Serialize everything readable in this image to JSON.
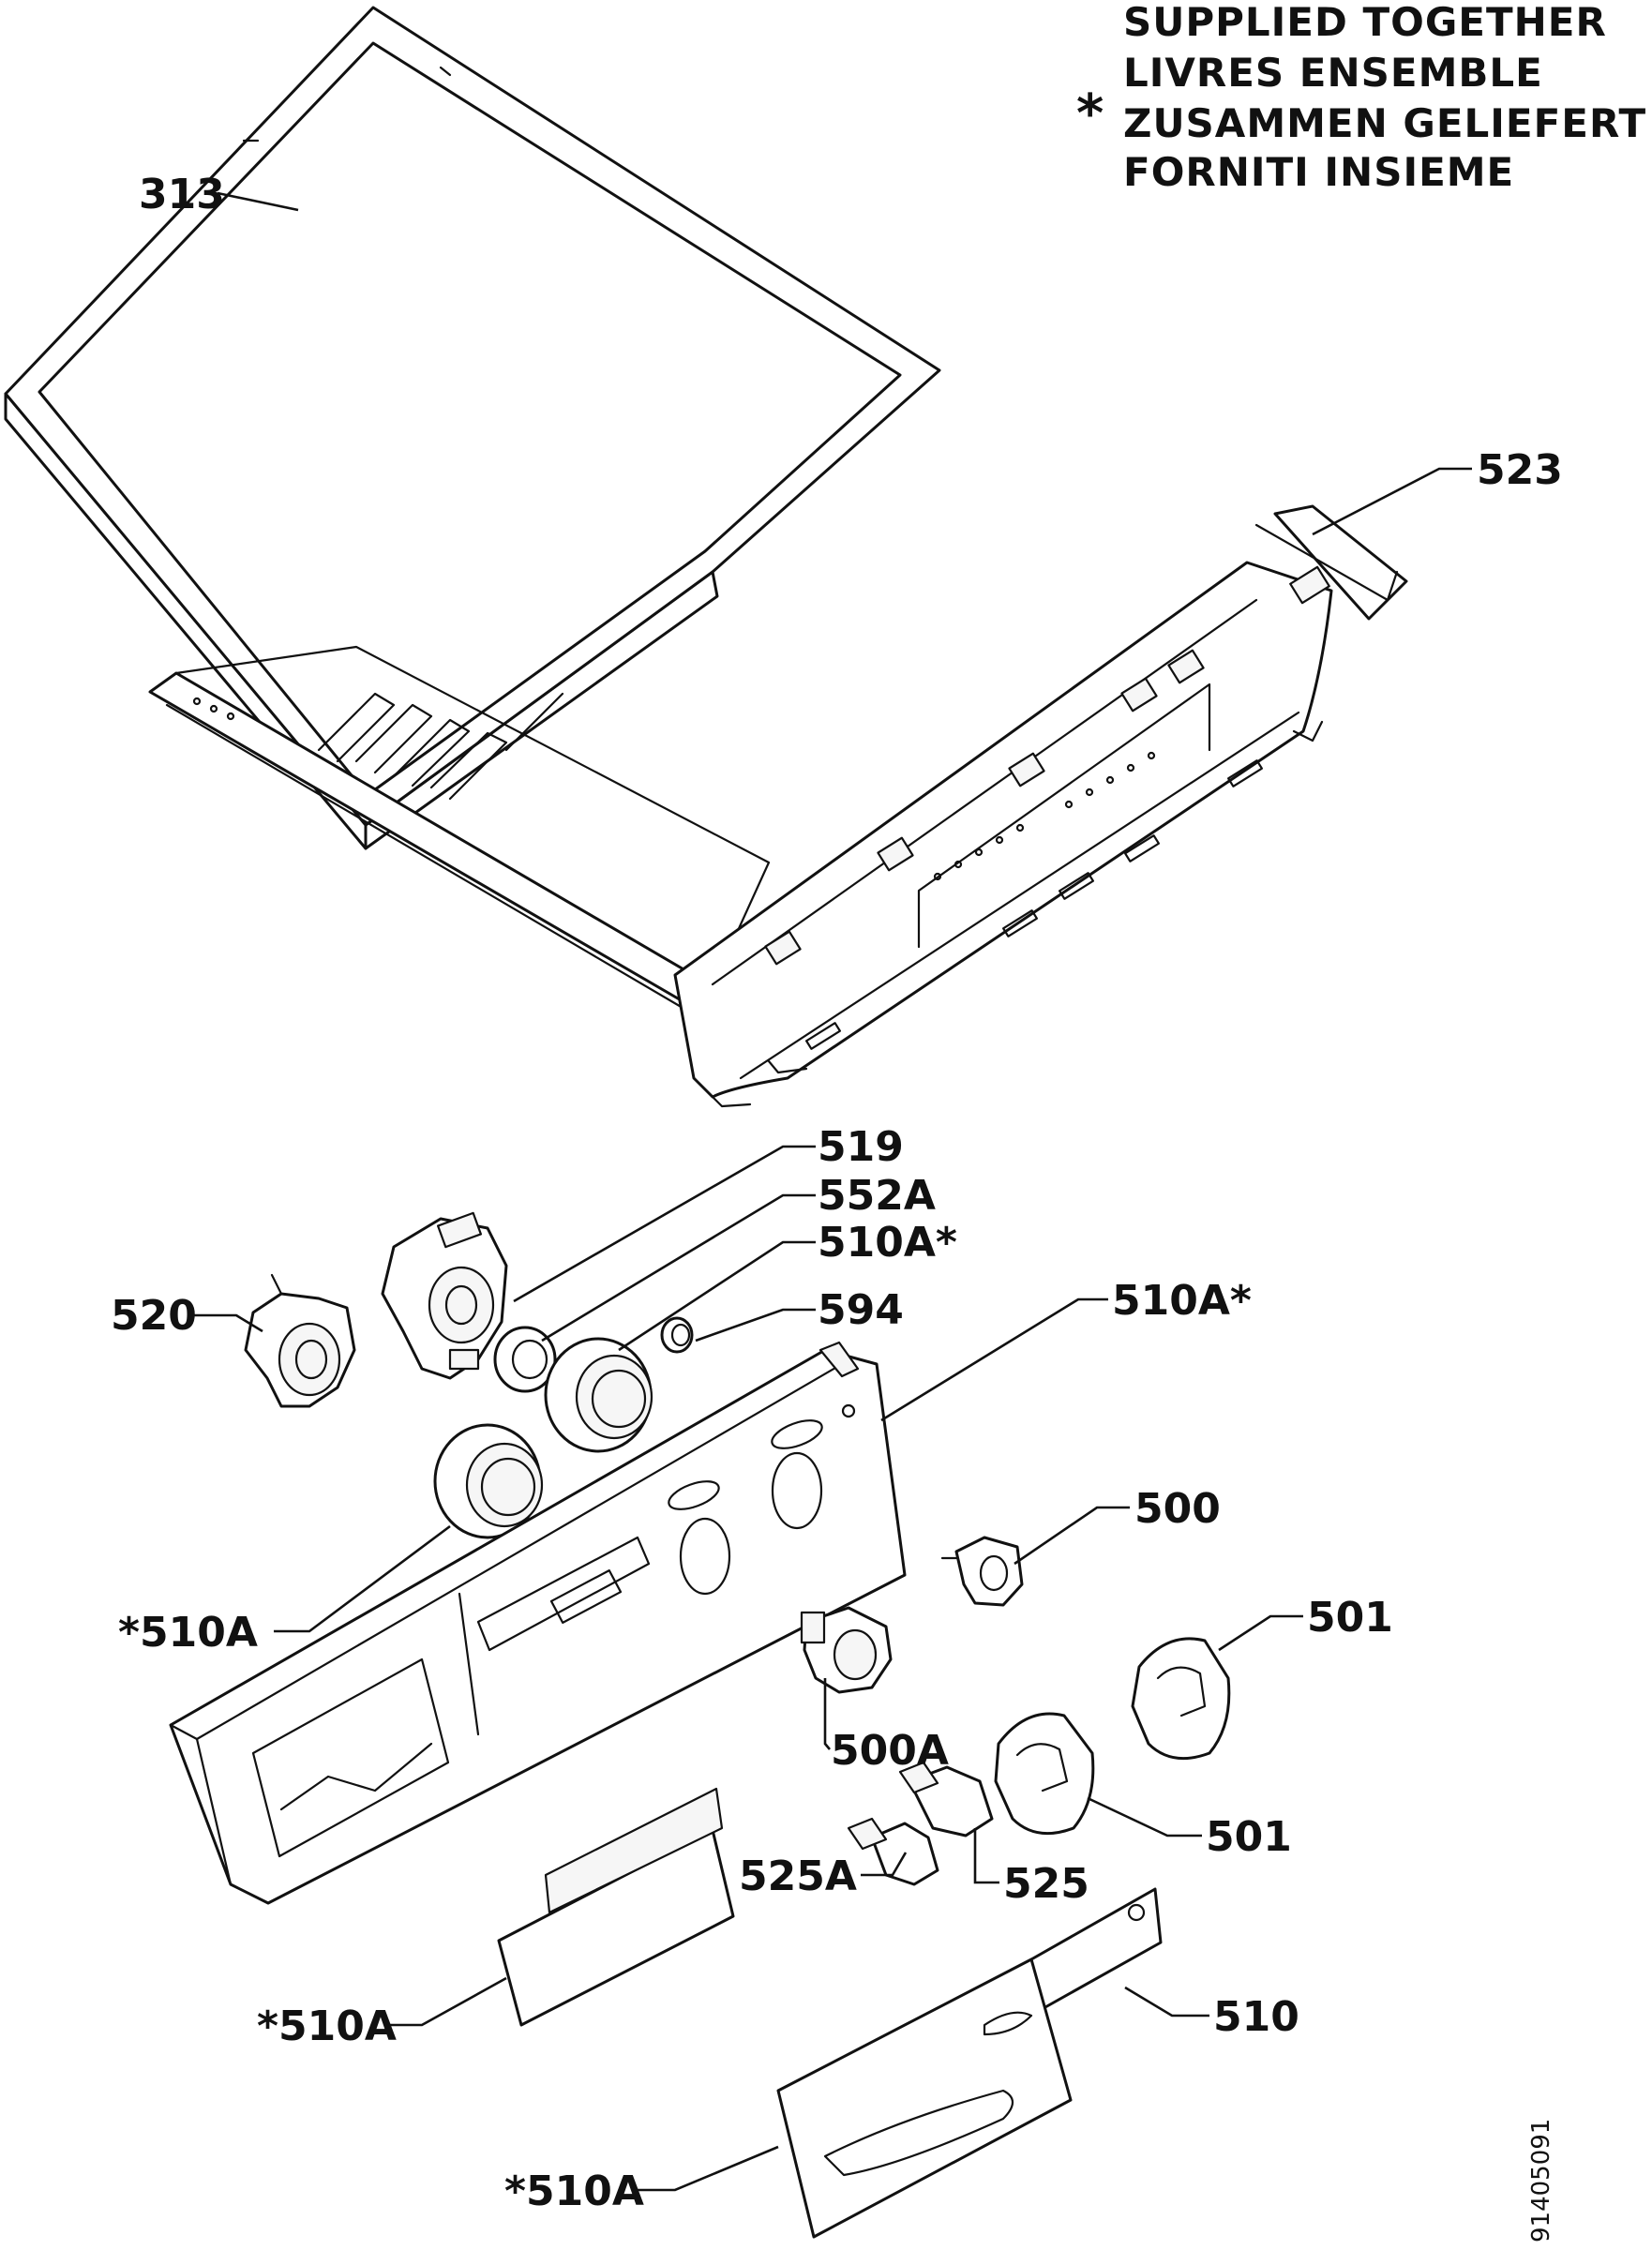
{
  "legend": {
    "symbol": "*",
    "lines": [
      "SUPPLIED TOGETHER",
      "LIVRES ENSEMBLE",
      "ZUSAMMEN GELIEFERT",
      "FORNITI INSIEME"
    ]
  },
  "document_number": "91405091",
  "callouts": [
    {
      "id": "313",
      "text": "313"
    },
    {
      "id": "523",
      "text": "523"
    },
    {
      "id": "519",
      "text": "519"
    },
    {
      "id": "552A",
      "text": "552A"
    },
    {
      "id": "510A-star-top",
      "text": "510A*"
    },
    {
      "id": "520",
      "text": "520"
    },
    {
      "id": "594",
      "text": "594"
    },
    {
      "id": "510A-star-panel",
      "text": "510A*"
    },
    {
      "id": "500",
      "text": "500"
    },
    {
      "id": "star-510A-left",
      "text": "*510A"
    },
    {
      "id": "501-upper",
      "text": "501"
    },
    {
      "id": "500A",
      "text": "500A"
    },
    {
      "id": "501-lower",
      "text": "501"
    },
    {
      "id": "525A",
      "text": "525A"
    },
    {
      "id": "525",
      "text": "525"
    },
    {
      "id": "star-510A-flap",
      "text": "*510A"
    },
    {
      "id": "510",
      "text": "510"
    },
    {
      "id": "star-510A-bottom",
      "text": "*510A"
    }
  ]
}
